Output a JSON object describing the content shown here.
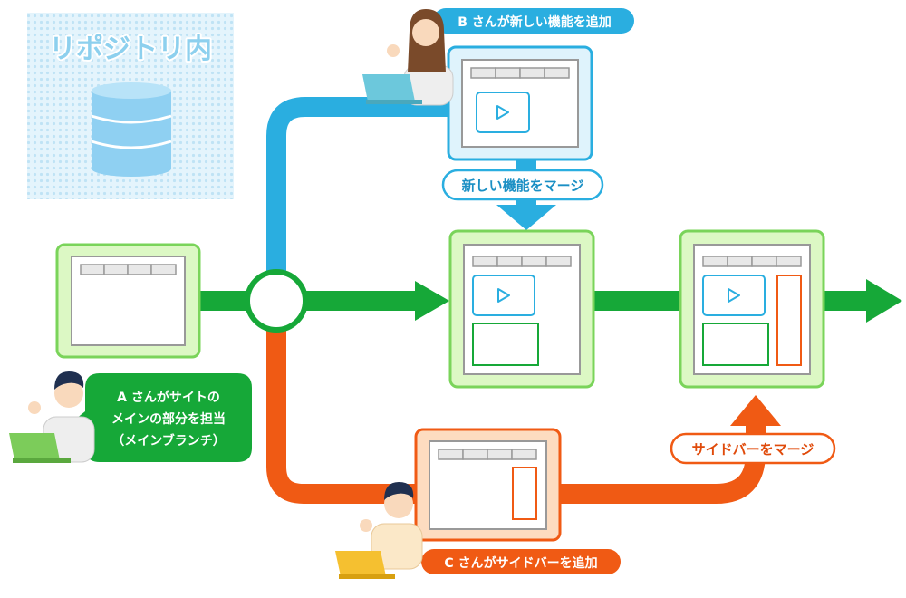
{
  "repo": {
    "label": "リポジトリ内"
  },
  "people": {
    "a": {
      "line1": "A さんがサイトの",
      "line2": "メインの部分を担当",
      "line3": "（メインブランチ）"
    },
    "b": {
      "label": "B さんが新しい機能を追加"
    },
    "c": {
      "label": "C さんがサイドバーを追加"
    }
  },
  "merges": {
    "feature": "新しい機能をマージ",
    "sidebar": "サイドバーをマージ"
  },
  "colors": {
    "main_branch": "#16a838",
    "feature_branch": "#2aaee0",
    "sidebar_branch": "#f05a14",
    "repo_bg": "#dcf1fb",
    "frame_green_bg": "#dcf8c4",
    "frame_green_border": "#7ad45a",
    "frame_blue_bg": "#dff3fc",
    "frame_orange_bg": "#fddcc0"
  },
  "icons": {
    "repo": "database-icon",
    "video": "play-icon",
    "person_a": "person-man-icon",
    "person_b": "person-woman-icon",
    "person_c": "person-man-icon"
  }
}
